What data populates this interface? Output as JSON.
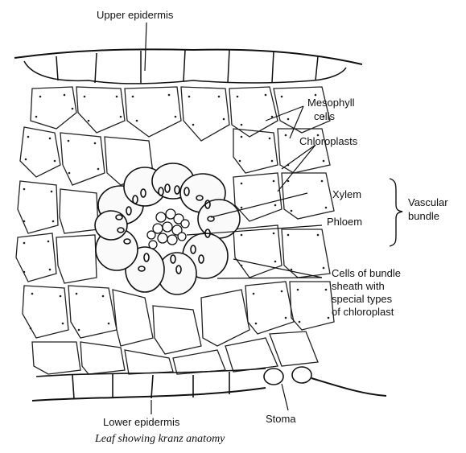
{
  "labels": {
    "upper_epidermis": "Upper epidermis",
    "mesophyll_1": "Mesophyll",
    "mesophyll_2": "cells",
    "chloroplasts": "Chloroplasts",
    "xylem": "Xylem",
    "phloem": "Phloem",
    "vascular_1": "Vascular",
    "vascular_2": "bundle",
    "bundle_sheath_1": "Cells of bundle",
    "bundle_sheath_2": "sheath with",
    "bundle_sheath_3": "special types",
    "bundle_sheath_4": "of chloroplast",
    "lower_epidermis": "Lower epidermis",
    "stoma": "Stoma"
  },
  "caption": "Leaf showing kranz anatomy"
}
